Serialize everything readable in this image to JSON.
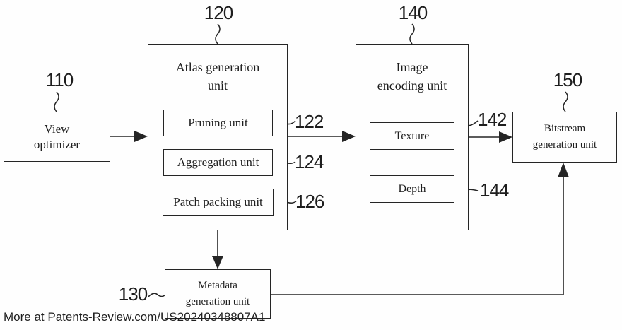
{
  "diagram": {
    "colors": {
      "line": "#252525",
      "text": "#1e1e1e",
      "background": "#fefefe"
    },
    "blocks": {
      "view_optimizer": {
        "ref": "110",
        "label": "View optimizer"
      },
      "atlas_generation": {
        "ref": "120",
        "label": "Atlas generation unit",
        "sub_blocks": {
          "pruning": {
            "ref": "122",
            "label": "Pruning unit"
          },
          "aggregation": {
            "ref": "124",
            "label": "Aggregation unit"
          },
          "patch_packing": {
            "ref": "126",
            "label": "Patch packing unit"
          }
        }
      },
      "image_encoding": {
        "ref": "140",
        "label": "Image encoding unit",
        "sub_blocks": {
          "texture": {
            "ref": "142",
            "label": "Texture"
          },
          "depth": {
            "ref": "144",
            "label": "Depth"
          }
        }
      },
      "bitstream_generation": {
        "ref": "150",
        "label": "Bitstream generation unit"
      },
      "metadata_generation": {
        "ref": "130",
        "label": "Metadata generation unit"
      }
    },
    "connections": [
      {
        "from": "view_optimizer",
        "to": "atlas_generation"
      },
      {
        "from": "atlas_generation",
        "to": "image_encoding"
      },
      {
        "from": "image_encoding",
        "to": "bitstream_generation"
      },
      {
        "from": "atlas_generation",
        "to": "metadata_generation"
      },
      {
        "from": "metadata_generation",
        "to": "bitstream_generation"
      }
    ],
    "watermark": "More at Patents-Review.com/US20240348807A1"
  }
}
